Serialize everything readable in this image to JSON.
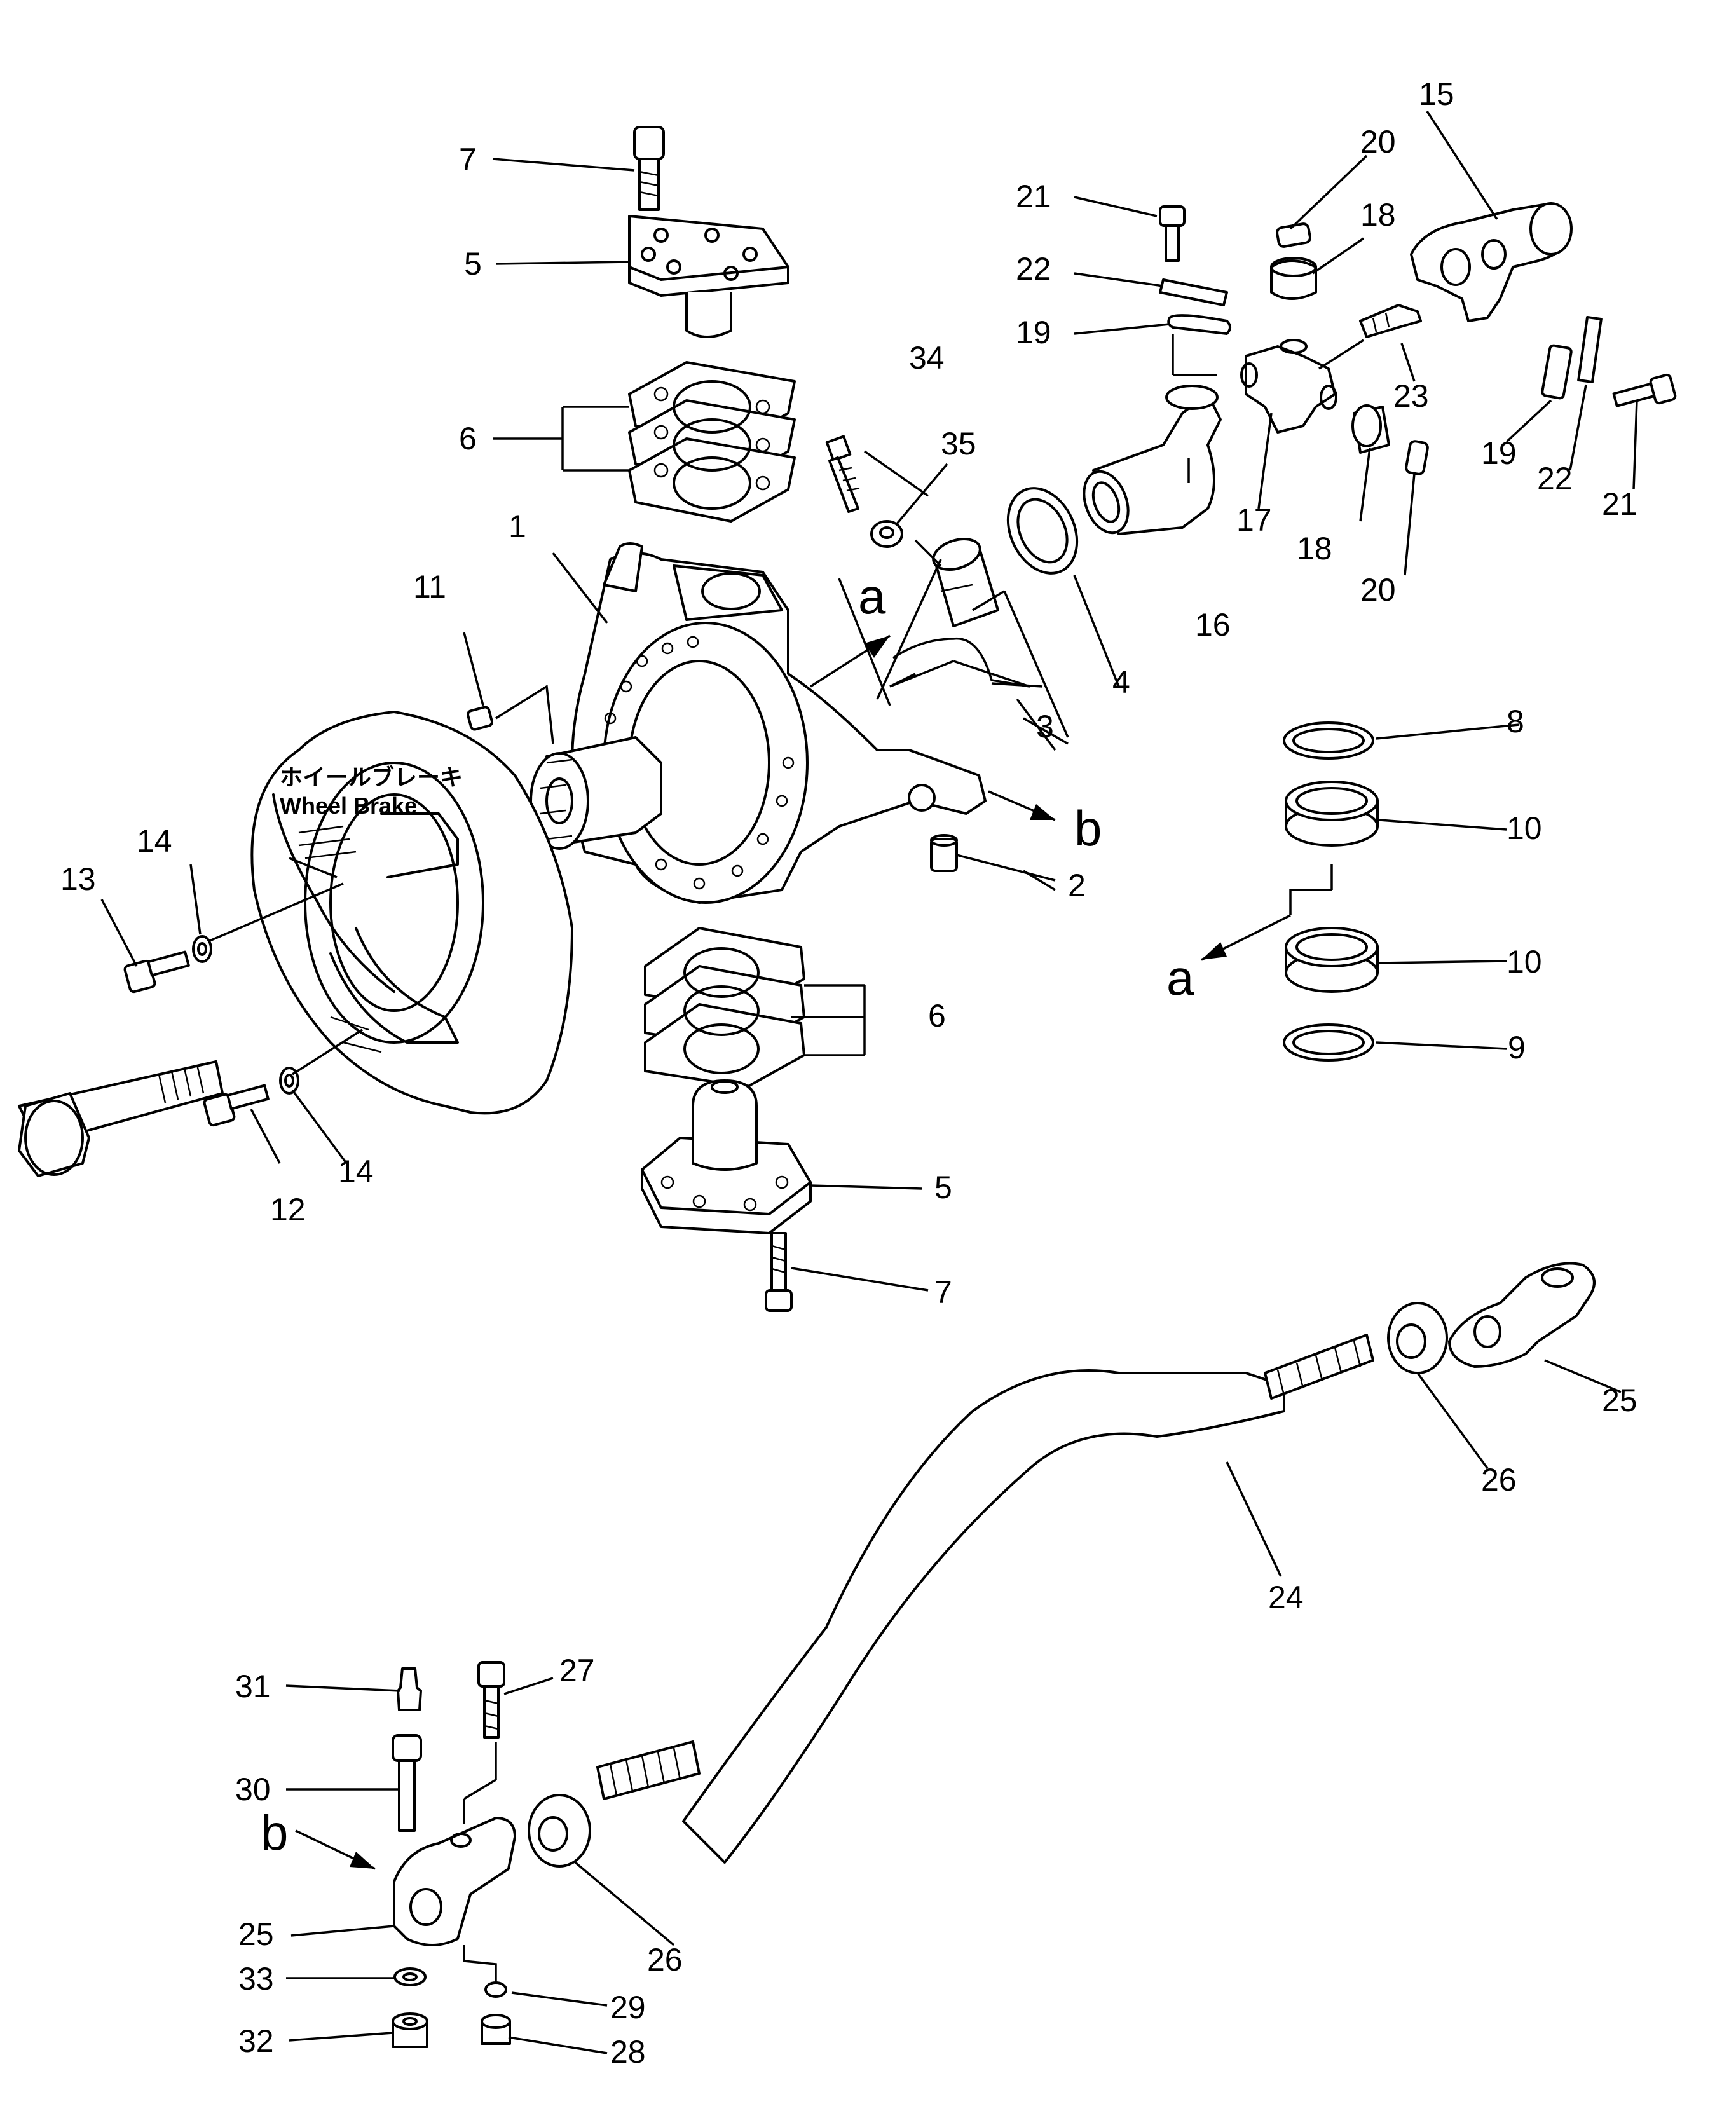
{
  "callouts": {
    "c1": "1",
    "c2": "2",
    "c3": "3",
    "c4": "4",
    "c5a": "5",
    "c5b": "5",
    "c6a": "6",
    "c6b": "6",
    "c7a": "7",
    "c7b": "7",
    "c8": "8",
    "c9": "9",
    "c10a": "10",
    "c10b": "10",
    "c11": "11",
    "c12": "12",
    "c13": "13",
    "c14a": "14",
    "c14b": "14",
    "c15": "15",
    "c16": "16",
    "c17": "17",
    "c18a": "18",
    "c18b": "18",
    "c19a": "19",
    "c19b": "19",
    "c20a": "20",
    "c20b": "20",
    "c21a": "21",
    "c21b": "21",
    "c22a": "22",
    "c22b": "22",
    "c23": "23",
    "c24": "24",
    "c25a": "25",
    "c25b": "25",
    "c26a": "26",
    "c26b": "26",
    "c27": "27",
    "c28": "28",
    "c29": "29",
    "c30": "30",
    "c31": "31",
    "c32": "32",
    "c33": "33",
    "c34": "34",
    "c35": "35"
  },
  "view_letters": {
    "a_upper": "a",
    "a_lower": "a",
    "b_right": "b",
    "b_left": "b"
  },
  "brake_label": {
    "japanese": "ホイールブレーキ",
    "english": "Wheel  Brake"
  }
}
